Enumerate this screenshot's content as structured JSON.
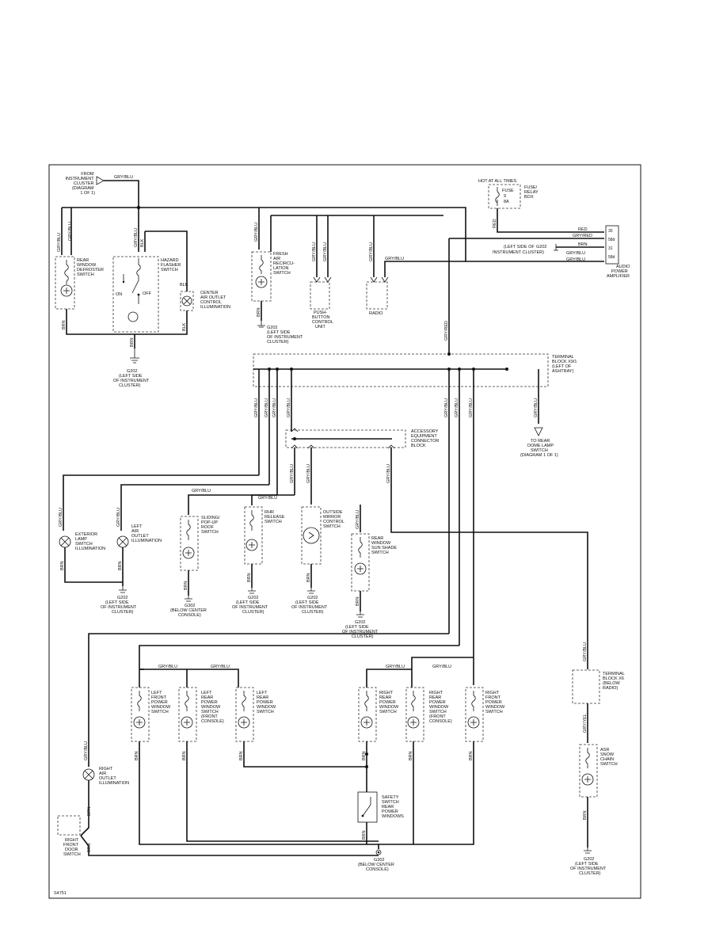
{
  "sheet_code": "S4751",
  "wire_colors": {
    "gry_blu": "GRY/BLU",
    "gry_red": "GRY/RED",
    "gry_yel": "GRY/YEL",
    "red": "RED",
    "brn": "BRN",
    "blk": "BLK"
  },
  "labels": {
    "from_instrument_cluster": [
      "FROM",
      "INSTRUMENT",
      "CLUSTER",
      "(DIAGRAM",
      "1 OF 1)"
    ],
    "hot_at_all_times": "HOT AT ALL TIMES",
    "fuse": [
      "FUSE",
      "9",
      "8A"
    ],
    "fuse_relay_box": [
      "FUSE/",
      "RELAY",
      "BOX"
    ],
    "audio_power_amplifier": [
      "AUDIO",
      "POWER",
      "AMPLIFIER"
    ],
    "amp_pins": [
      "30",
      "58d",
      "31",
      "58d"
    ],
    "g202_amp": [
      "G202",
      "(LEFT SIDE OF",
      "INSTRUMENT CLUSTER)"
    ],
    "rear_window_defroster": [
      "REAR",
      "WINDOW",
      "DEFROSTER",
      "SWITCH"
    ],
    "hazard_flasher": [
      "HAZARD",
      "FLASHER",
      "SWITCH"
    ],
    "hazard_on": "ON",
    "hazard_off": "OFF",
    "center_air_outlet": [
      "CENTER",
      "AIR OUTLET",
      "CONTROL",
      "ILLUMINATION"
    ],
    "g202_hazard": [
      "G202",
      "(LEFT SIDE",
      "OF INSTRUMENT",
      "CLUSTER)"
    ],
    "fresh_air": [
      "FRESH",
      "AIR",
      "RECIRCU-",
      "LATION",
      "SWITCH"
    ],
    "g202_fresh": [
      "G202",
      "(LEFT SIDE",
      "OF INSTRUMENT",
      "CLUSTER)"
    ],
    "push_button": [
      "PUSH-",
      "BUTTON",
      "CONTROL",
      "UNIT"
    ],
    "radio": "RADIO",
    "terminal_block_x9": [
      "TERMINAL",
      "BLOCK X9/1",
      "(LEFT OF",
      "ASHTRAY)"
    ],
    "accessory_block": [
      "ACCESSORY",
      "EQUIPMENT",
      "CONNECTOR",
      "BLOCK"
    ],
    "to_rear_dome": [
      "TO REAR",
      "DOME LAMP",
      "SWITCH",
      "(DIAGRAM 1 OF 1)"
    ],
    "exterior_lamp": [
      "EXTERIOR",
      "LAMP",
      "SWITCH",
      "ILLUMINATION"
    ],
    "left_air_outlet": [
      "LEFT",
      "AIR",
      "OUTLET",
      "ILLUMINATION"
    ],
    "g202_exterior": [
      "G202",
      "(LEFT SIDE",
      "OF INSTRUMENT",
      "CLUSTER)"
    ],
    "sliding_roof": [
      "SLIDING/",
      "POP-UP",
      "ROOF",
      "SWITCH"
    ],
    "g302_roof": [
      "G302",
      "(BELOW CENTER",
      "CONSOLE)"
    ],
    "rhr_release": [
      "RHR",
      "RELEASE",
      "SWITCH"
    ],
    "g202_rhr": [
      "G202",
      "(LEFT SIDE",
      "OF INSTRUMENT",
      "CLUSTER)"
    ],
    "outside_mirror": [
      "OUTSIDE",
      "MIRROR",
      "CONTROL",
      "SWITCH"
    ],
    "g202_mirror": [
      "G202",
      "(LEFT SIDE",
      "OF INSTRUMENT",
      "CLUSTER)"
    ],
    "rear_sun_shade": [
      "REAR",
      "WINDOW",
      "SUN SHADE",
      "SWITCH"
    ],
    "g202_sunshade": [
      "G202",
      "(LEFT SIDE",
      "OF INSTRUMENT",
      "CLUSTER)"
    ],
    "left_front_power": [
      "LEFT",
      "FRONT",
      "POWER",
      "WINDOW",
      "SWITCH"
    ],
    "left_rear_front_console": [
      "LEFT",
      "REAR",
      "POWER",
      "WINDOW",
      "SWITCH",
      "(FRONT",
      "CONSOLE)"
    ],
    "left_rear_power": [
      "LEFT",
      "REAR",
      "POWER",
      "WINDOW",
      "SWITCH"
    ],
    "right_rear_power": [
      "RIGHT",
      "REAR",
      "POWER",
      "WINDOW",
      "SWITCH"
    ],
    "right_rear_front_console": [
      "RIGHT",
      "REAR",
      "POWER",
      "WINDOW",
      "SWITCH",
      "(FRONT",
      "CONSOLE)"
    ],
    "right_front_power": [
      "RIGHT",
      "FRONT",
      "POWER",
      "WINDOW",
      "SWITCH"
    ],
    "terminal_block_x6": [
      "TERMINAL",
      "BLOCK X6",
      "(BELOW",
      "RADIO)"
    ],
    "asr_snow_chain": [
      "ASR",
      "SNOW",
      "CHAIN",
      "SWITCH"
    ],
    "g202_asr": [
      "G202",
      "(LEFT SIDE",
      "OF INSTRUMENT",
      "CLUSTER)"
    ],
    "right_air_outlet": [
      "RIGHT",
      "AIR",
      "OUTLET",
      "ILLUMINATION"
    ],
    "right_front_door": [
      "RIGHT",
      "FRONT",
      "DOOR",
      "SWITCH"
    ],
    "safety_switch": [
      "SAFETY",
      "SWITCH",
      "REAR",
      "POWER",
      "WINDOWS"
    ],
    "g302_bottom": [
      "G302",
      "(BELOW CENTER",
      "CONSOLE)"
    ]
  }
}
